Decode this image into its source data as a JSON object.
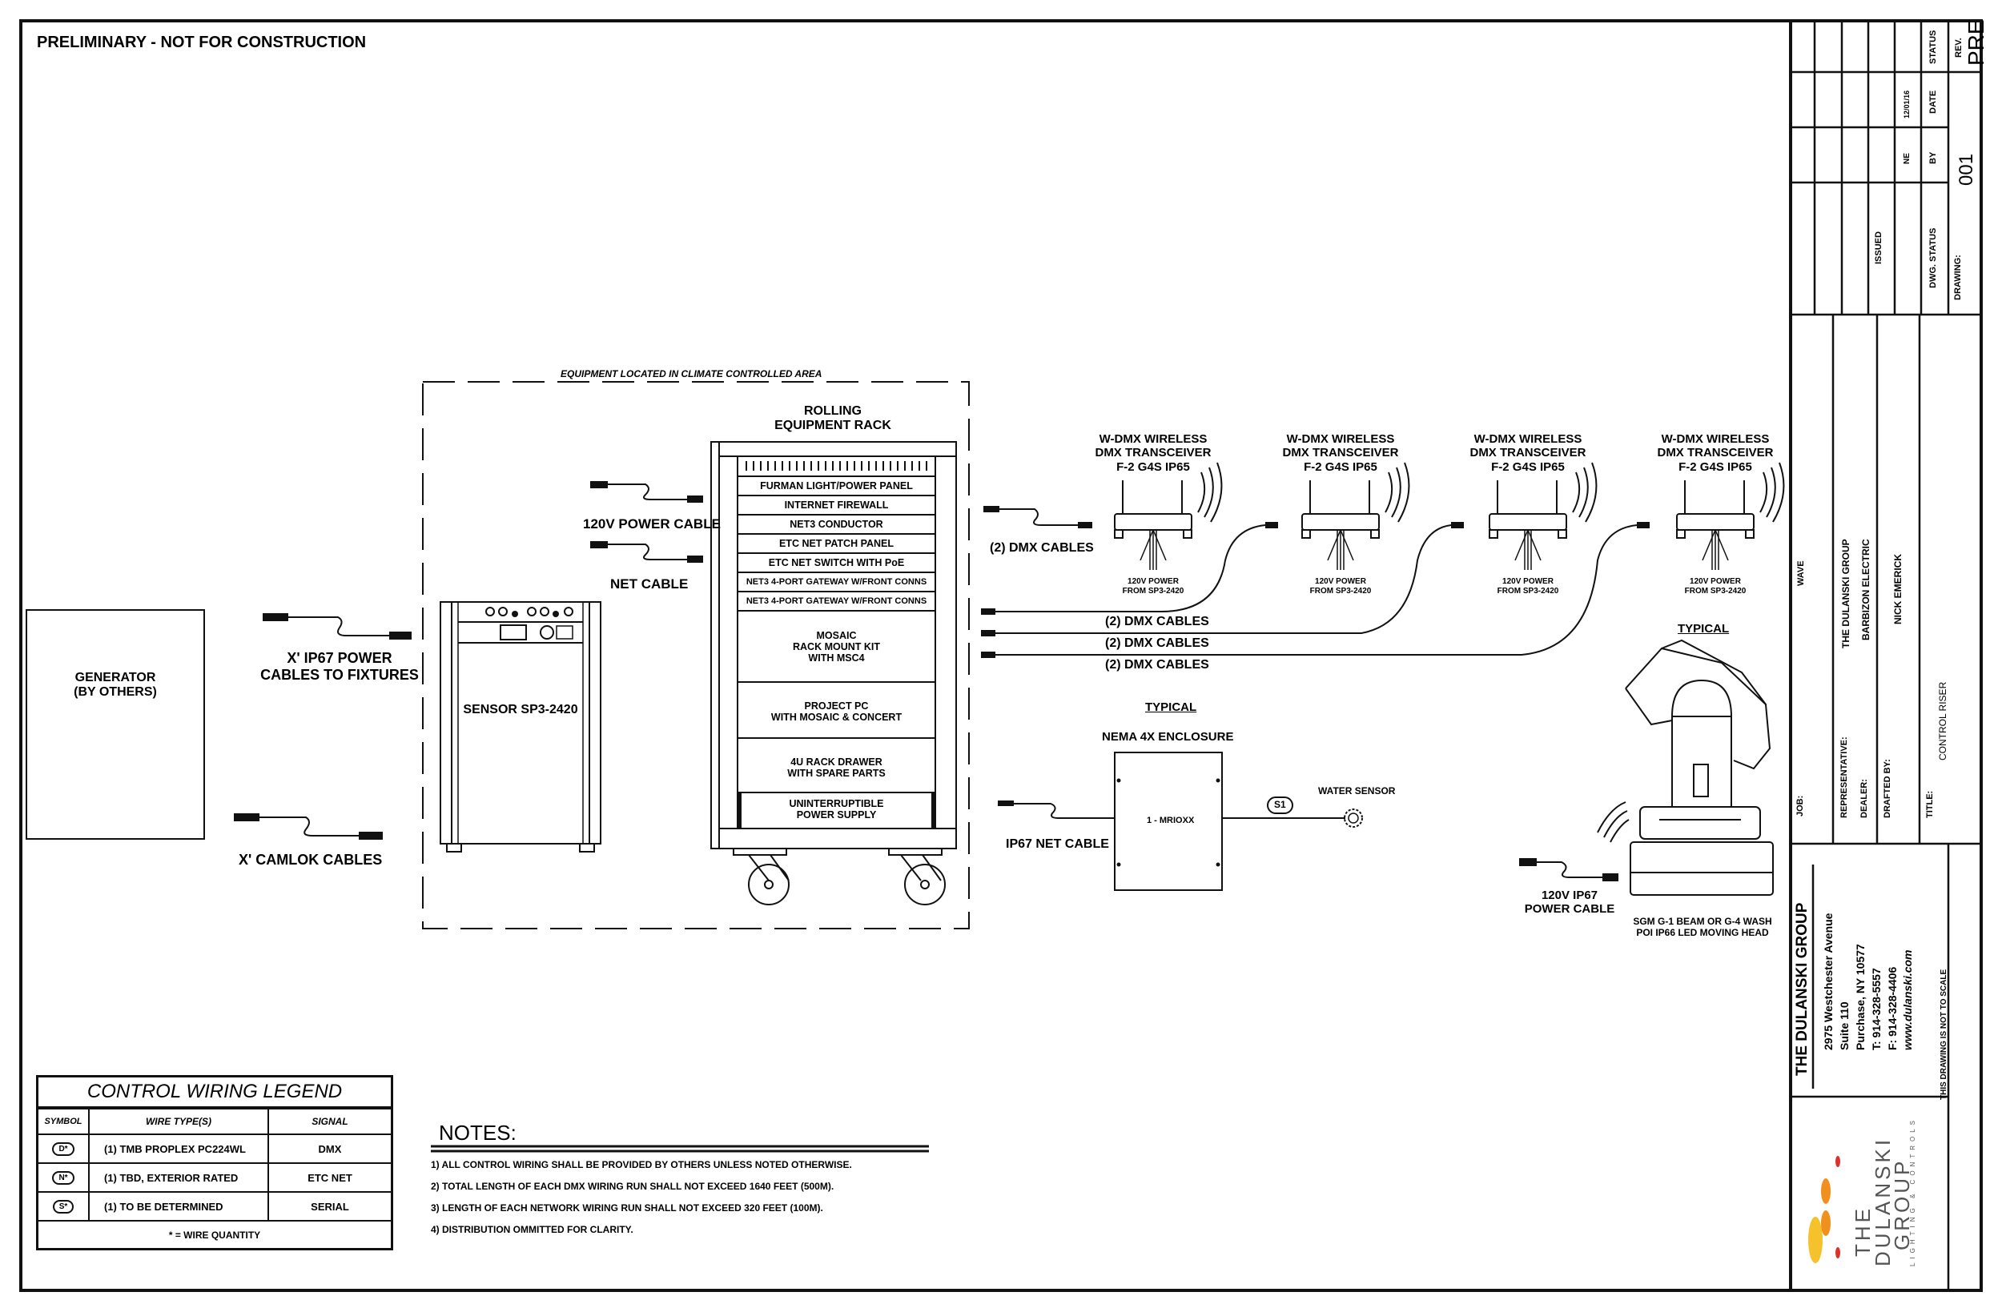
{
  "header": {
    "banner": "PRELIMINARY - NOT FOR CONSTRUCTION"
  },
  "generator": {
    "line1": "GENERATOR",
    "line2": "(BY OTHERS)"
  },
  "cables": {
    "ip67_power_line1": "X' IP67 POWER",
    "ip67_power_line2": "CABLES TO FIXTURES",
    "camlok": "X' CAMLOK CABLES",
    "power_120v": "120V POWER CABLE",
    "net": "NET CABLE",
    "dmx_top": "(2) DMX CABLES",
    "dmx_runs": [
      "(2) DMX CABLES",
      "(2) DMX CABLES",
      "(2) DMX CABLES"
    ],
    "ip67_net": "IP67 NET CABLE",
    "fixture_power_line1": "120V IP67",
    "fixture_power_line2": "POWER CABLE"
  },
  "climate_area": {
    "label": "EQUIPMENT LOCATED IN CLIMATE CONTROLLED AREA"
  },
  "sensor": {
    "label": "SENSOR SP3-2420"
  },
  "rack": {
    "title_line1": "ROLLING",
    "title_line2": "EQUIPMENT RACK",
    "units": [
      {
        "label": "FURMAN LIGHT/POWER PANEL"
      },
      {
        "label": "INTERNET FIREWALL"
      },
      {
        "label": "NET3 CONDUCTOR"
      },
      {
        "label": "ETC NET PATCH PANEL"
      },
      {
        "label": "ETC NET SWITCH WITH PoE"
      },
      {
        "label": "NET3 4-PORT GATEWAY W/FRONT CONNS"
      },
      {
        "label": "NET3 4-PORT GATEWAY W/FRONT CONNS"
      }
    ],
    "mosaic": {
      "line1": "MOSAIC",
      "line2": "RACK MOUNT KIT",
      "line3": "WITH MSC4"
    },
    "pc": {
      "line1": "PROJECT PC",
      "line2": "WITH MOSAIC & CONCERT"
    },
    "drawer": {
      "line1": "4U RACK DRAWER",
      "line2": "WITH SPARE PARTS"
    },
    "ups": {
      "line1": "UNINTERRUPTIBLE",
      "line2": "POWER SUPPLY"
    }
  },
  "transceivers": [
    {
      "line1": "W-DMX WIRELESS",
      "line2": "DMX TRANSCEIVER",
      "line3": "F-2 G4S IP65",
      "power1": "120V POWER",
      "power2": "FROM SP3-2420"
    },
    {
      "line1": "W-DMX WIRELESS",
      "line2": "DMX TRANSCEIVER",
      "line3": "F-2 G4S IP65",
      "power1": "120V POWER",
      "power2": "FROM SP3-2420"
    },
    {
      "line1": "W-DMX WIRELESS",
      "line2": "DMX TRANSCEIVER",
      "line3": "F-2 G4S IP65",
      "power1": "120V POWER",
      "power2": "FROM SP3-2420"
    },
    {
      "line1": "W-DMX WIRELESS",
      "line2": "DMX TRANSCEIVER",
      "line3": "F-2 G4S IP65",
      "power1": "120V POWER",
      "power2": "FROM SP3-2420"
    }
  ],
  "enclosure": {
    "typical": "TYPICAL",
    "title": "NEMA 4X ENCLOSURE",
    "content": "1 - MRIOXX",
    "tag": "S1",
    "sensor": "WATER SENSOR"
  },
  "fixture": {
    "typical": "TYPICAL",
    "line1": "SGM G-1 BEAM OR G-4 WASH",
    "line2": "POI IP66 LED MOVING HEAD"
  },
  "legend": {
    "title": "CONTROL WIRING LEGEND",
    "headers": [
      "SYMBOL",
      "WIRE TYPE(S)",
      "SIGNAL"
    ],
    "rows": [
      {
        "symbol": "D*",
        "wire": "(1) TMB PROPLEX PC224WL",
        "signal": "DMX"
      },
      {
        "symbol": "N*",
        "wire": "(1) TBD, EXTERIOR RATED",
        "signal": "ETC NET"
      },
      {
        "symbol": "S*",
        "wire": "(1) TO BE DETERMINED",
        "signal": "SERIAL"
      }
    ],
    "footnote": "* = WIRE QUANTITY"
  },
  "notes": {
    "title": "NOTES:",
    "items": [
      "1) ALL CONTROL WIRING SHALL BE PROVIDED BY OTHERS UNLESS NOTED OTHERWISE.",
      "2) TOTAL LENGTH OF EACH DMX WIRING RUN SHALL NOT EXCEED 1640 FEET (500M).",
      "3) LENGTH OF EACH NETWORK WIRING RUN SHALL NOT EXCEED 320 FEET (100M).",
      "4) DISTRIBUTION OMMITTED FOR CLARITY."
    ]
  },
  "title_block": {
    "rev_label": "REV.",
    "rev_value": "PRE",
    "status_header": "STATUS",
    "date_header": "DATE",
    "by_header": "BY",
    "dwg_status_header": "DWG. STATUS",
    "issued": "ISSUED",
    "issued_by": "NE",
    "issued_date": "12/01/16",
    "drawing_label": "DRAWING:",
    "drawing_number": "001",
    "job_label": "JOB:",
    "job_value": "WAVE",
    "representative_label": "REPRESENTATIVE:",
    "representative_value": "THE DULANSKI GROUP",
    "dealer_label": "DEALER:",
    "dealer_value": "BARBIZON ELECTRIC",
    "drafted_label": "DRAFTED BY:",
    "drafted_value": "NICK EMERICK",
    "title_label": "TITLE:",
    "title_value": "CONTROL RISER",
    "company": "THE DULANSKI GROUP",
    "address1": "2975 Westchester Avenue",
    "address2": "Suite 110",
    "address3": "Purchase, NY 10577",
    "phone": "T: 914-328-5557",
    "fax": "F: 914-328-4406",
    "web": "www.dulanski.com",
    "scale_note": "THIS DRAWING IS NOT TO SCALE",
    "logo_line1": "THE",
    "logo_line2": "DULANSKI",
    "logo_line3": "GROUP",
    "logo_tagline": "LIGHTING & CONTROLS",
    "logo_colors": {
      "center": "#F5C22B",
      "inner": "#F0901E",
      "outer": "#E0302A"
    }
  }
}
